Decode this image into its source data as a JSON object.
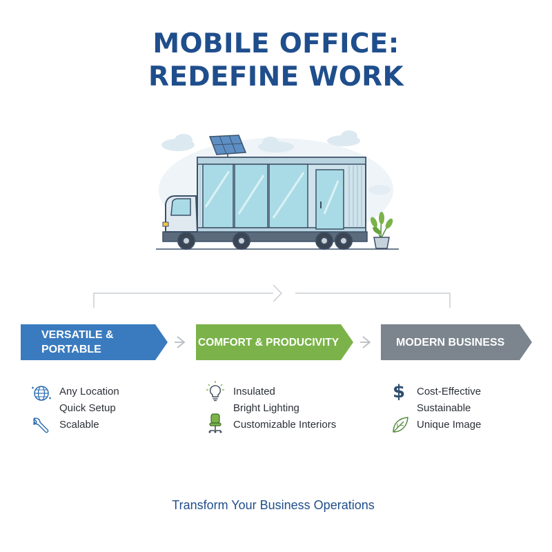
{
  "title": {
    "line1": "MOBILE OFFICE:",
    "line2": "REDEFINE WORK"
  },
  "colors": {
    "title": "#1f4e8c",
    "banner_blue": "#3a7bbf",
    "banner_green": "#7bb34a",
    "banner_gray": "#7c858e",
    "glass": "#a9dbe6",
    "container": "#cfe3ec",
    "truck_cab": "#dfe9ef",
    "connector_line": "#c9cdd2"
  },
  "stages": [
    {
      "label_line1": "VERSATILE &",
      "label_line2": "PORTABLE",
      "icons": [
        "globe-icon",
        "wrench-icon"
      ],
      "features": [
        "Any Location",
        "Quick Setup",
        "Scalable"
      ]
    },
    {
      "label": "COMFORT & PRODUCIVITY",
      "icons": [
        "lightbulb-icon",
        "office-chair-icon"
      ],
      "features": [
        "Insulated",
        "Bright Lighting",
        "Customizable Interiors"
      ]
    },
    {
      "label": "MODERN BUSINESS",
      "icons": [
        "dollar-icon",
        "leaf-icon"
      ],
      "features": [
        "Cost-Effective",
        "Sustainable",
        "Unique Image"
      ]
    }
  ],
  "illustration": {
    "subject": "mobile-office-truck",
    "parts": [
      "truck-cab",
      "shipping-container-office",
      "glass-panels",
      "door",
      "solar-panel",
      "potted-plant",
      "clouds",
      "wheels"
    ]
  },
  "tagline": "Transform Your Business Operations"
}
